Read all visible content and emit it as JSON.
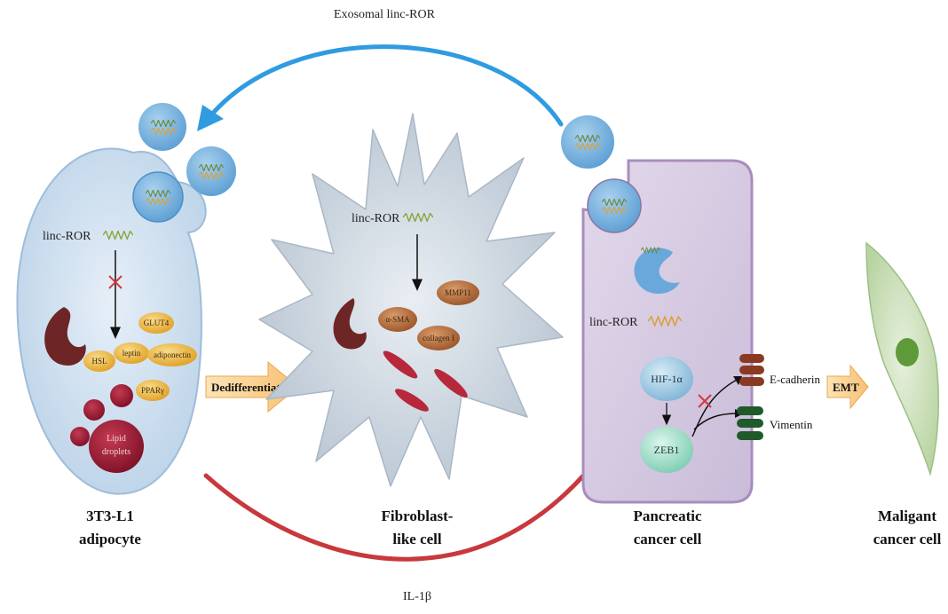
{
  "top_arrow": {
    "label": "Exosomal linc-ROR"
  },
  "bottom_arrow": {
    "label": "IL-1β"
  },
  "adipocyte": {
    "linc_label": "linc-ROR",
    "proteins": [
      "GLUT4",
      "HSL",
      "leptin",
      "adiponectin",
      "PPARγ"
    ],
    "lipid_label_1": "Lipid",
    "lipid_label_2": "droplets",
    "caption_1": "3T3-L1",
    "caption_2": "adipocyte"
  },
  "dediff_arrow": {
    "label": "Dedifferentiate"
  },
  "fibroblast": {
    "linc_label": "linc-ROR",
    "proteins": [
      "MMP11",
      "α-SMA",
      "collagen I"
    ],
    "caption_1": "Fibroblast-",
    "caption_2": "like cell"
  },
  "pancreatic": {
    "linc_label": "linc-ROR",
    "hif_label": "HIF-1α",
    "zeb_label": "ZEB1",
    "ecad_label": "E-cadherin",
    "vim_label": "Vimentin",
    "caption_1": "Pancreatic",
    "caption_2": "cancer cell"
  },
  "emt_arrow": {
    "label": "EMT"
  },
  "malignant": {
    "caption_1": "Maligant",
    "caption_2": "cancer cell"
  },
  "colors": {
    "exosome_arrow": "#2f9be0",
    "il1b_arrow": "#c8383c",
    "adipocyte_fill": "#cfe0ef",
    "fibroblast_fill": "#c6d2de",
    "pancreatic_fill": "#d8cde3",
    "malignant_fill": "#cfe3c0",
    "exosome_fill": "#7ab4e0",
    "protein_orange": "#f1b438",
    "protein_brown": "#b06a3e",
    "lipid": "#9a1c36",
    "hif_fill": "#9cc6df",
    "zeb_fill": "#9fdcc8"
  }
}
